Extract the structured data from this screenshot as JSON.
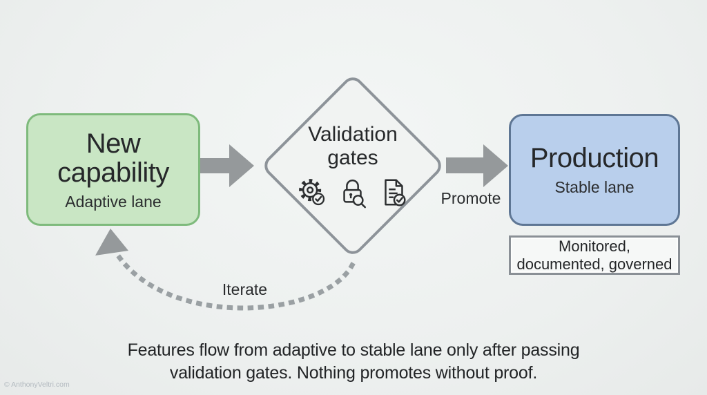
{
  "page": {
    "background": "#edf0ef",
    "watermark": "© AnthonyVeltri.com"
  },
  "nodes": {
    "adaptive": {
      "title_line1": "New",
      "title_line2": "capability",
      "subtitle": "Adaptive lane",
      "fill": "#c9e6c4",
      "border": "#7eba7c"
    },
    "gates": {
      "title_line1": "Validation",
      "title_line2": "gates",
      "icons": [
        "gear-check-icon",
        "lock-search-icon",
        "document-check-icon"
      ],
      "fill": "#f1f3f2",
      "border": "#8d9399"
    },
    "production": {
      "title": "Production",
      "subtitle": "Stable lane",
      "fill": "#b9cfec",
      "border": "#5e7694"
    },
    "governance": {
      "line1": "Monitored,",
      "line2": "documented, governed",
      "fill": "#f6f8f7",
      "border": "#8a9096"
    }
  },
  "edges": {
    "promote_label": "Promote",
    "iterate_label": "Iterate",
    "arrow_color": "#95999b",
    "iterate_color": "#9aa0a3"
  },
  "caption": {
    "line1": "Features flow from adaptive to stable lane only after passing",
    "line2": "validation gates. Nothing promotes without proof."
  }
}
